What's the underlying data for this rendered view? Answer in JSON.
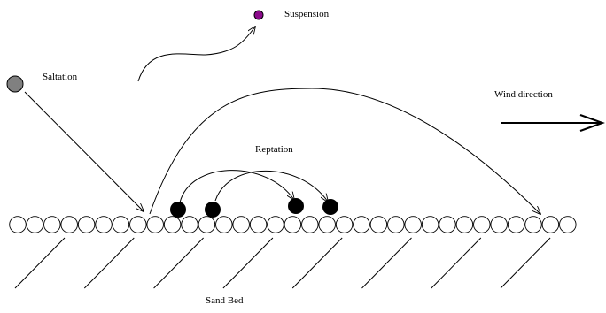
{
  "labels": {
    "suspension": "Suspension",
    "saltation": "Saltation",
    "wind_direction": "Wind direction",
    "reptation": "Reptation",
    "sand_bed": "Sand Bed"
  },
  "colors": {
    "suspension_particle": "#8b0a8b",
    "saltation_particle": "#808080",
    "reptation_particle": "#000000",
    "bed_grain_fill": "#ffffff",
    "stroke": "#000000"
  },
  "bed": {
    "grain_count": 33,
    "hatch_count": 8
  },
  "reptation_particle_count": 4
}
